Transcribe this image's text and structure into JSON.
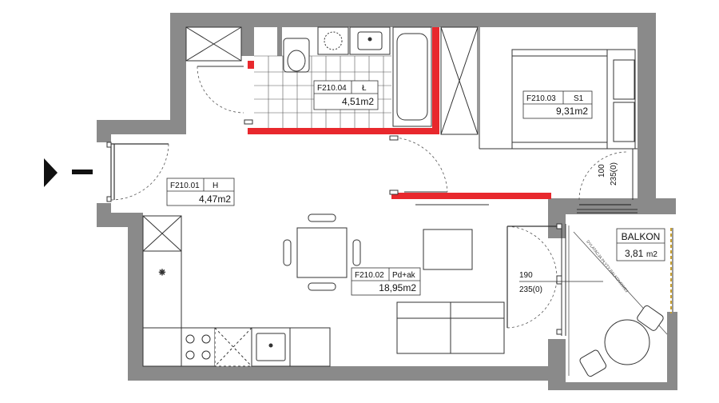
{
  "rooms": {
    "hall": {
      "code": "F210.01",
      "type": "H",
      "area": "4,47m2"
    },
    "living": {
      "code": "F210.02",
      "type": "Pd+ak",
      "area": "18,95m2"
    },
    "bedroom": {
      "code": "F210.03",
      "type": "S1",
      "area": "9,31m2"
    },
    "bathroom": {
      "code": "F210.04",
      "type": "Ł",
      "area": "4,51m2"
    },
    "balcony": {
      "name": "BALKON",
      "area": "3,81",
      "unit": "m2"
    }
  },
  "dimensions": {
    "window_bedroom_a": "100",
    "window_bedroom_b": "235(0)",
    "window_living_a": "190",
    "window_living_b": "235(0)"
  },
  "notes": {
    "balcony_slab": "DYLATACJA PŁYTY BALKONOWEJ"
  },
  "colors": {
    "wall": "#8a8a8a",
    "highlight": "#e8282d",
    "line": "#333333",
    "railing": "#c8a030"
  },
  "entrance_marker": "entrance-arrow-icon"
}
